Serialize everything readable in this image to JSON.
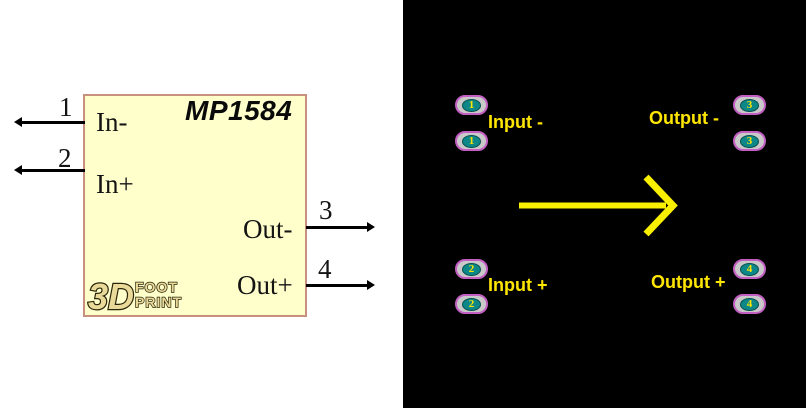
{
  "schematic": {
    "title": "MP1584",
    "pins": [
      {
        "number": "1",
        "name": "In-"
      },
      {
        "number": "2",
        "name": "In+"
      },
      {
        "number": "3",
        "name": "Out-"
      },
      {
        "number": "4",
        "name": "Out+"
      }
    ],
    "logo": {
      "mark": "3D",
      "word1": "FOOT",
      "word2": "PRINT"
    }
  },
  "footprint": {
    "pads": [
      {
        "number": "1"
      },
      {
        "number": "1"
      },
      {
        "number": "2"
      },
      {
        "number": "2"
      },
      {
        "number": "3"
      },
      {
        "number": "3"
      },
      {
        "number": "4"
      },
      {
        "number": "4"
      }
    ],
    "labels": {
      "input_minus": "Input -",
      "output_minus": "Output -",
      "input_plus": "Input +",
      "output_plus": "Output +"
    },
    "arrow_icon": "right-arrow"
  },
  "colors": {
    "symbol_fill": "#FFFFCC",
    "symbol_border": "#C8907E",
    "board_hatch_magenta": "#C004C0",
    "board_dark": "#1E031E",
    "outline_yellow": "#F8F000",
    "label_yellow": "#FFE600",
    "pad_gray": "#C9C9C9",
    "pad_ring_magenta": "#C35FC3",
    "pad_drill_teal": "#0D8787"
  }
}
